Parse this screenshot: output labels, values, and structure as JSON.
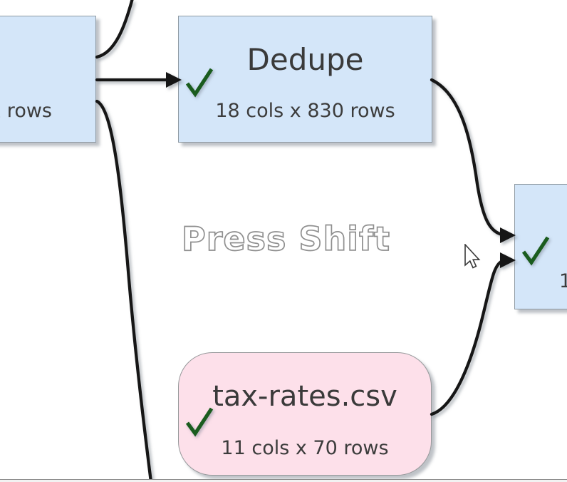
{
  "watermark": {
    "text": "Press Shift"
  },
  "nodes": {
    "left": {
      "subtitle": "x rows",
      "kind": "transform-node",
      "fill": "#d4e6f9"
    },
    "dedupe": {
      "title": "Dedupe",
      "subtitle": "18 cols x 830 rows",
      "kind": "transform-node",
      "fill": "#d4e6f9",
      "status": "ok"
    },
    "taxrates": {
      "title": "tax-rates.csv",
      "subtitle": "11 cols x 70 rows",
      "kind": "input-file-node",
      "fill": "#fde0ea",
      "status": "ok"
    },
    "right": {
      "subtitle_partial": "1",
      "kind": "transform-node",
      "fill": "#d4e6f9",
      "status": "ok"
    }
  },
  "icons": {
    "status_check": "check-mark",
    "pointer": "arrow-cursor"
  },
  "colors": {
    "background": "#ffffff",
    "node_blue_fill": "#d4e6f9",
    "node_pink_fill": "#fde0ea",
    "node_border": "#8f9aa3",
    "connector": "#161616",
    "check_green": "#1a5c1e",
    "node_text": "#3c3c3c",
    "watermark_outline": "#8f8f8f",
    "bottom_edge_line": "#8f8f8f"
  }
}
